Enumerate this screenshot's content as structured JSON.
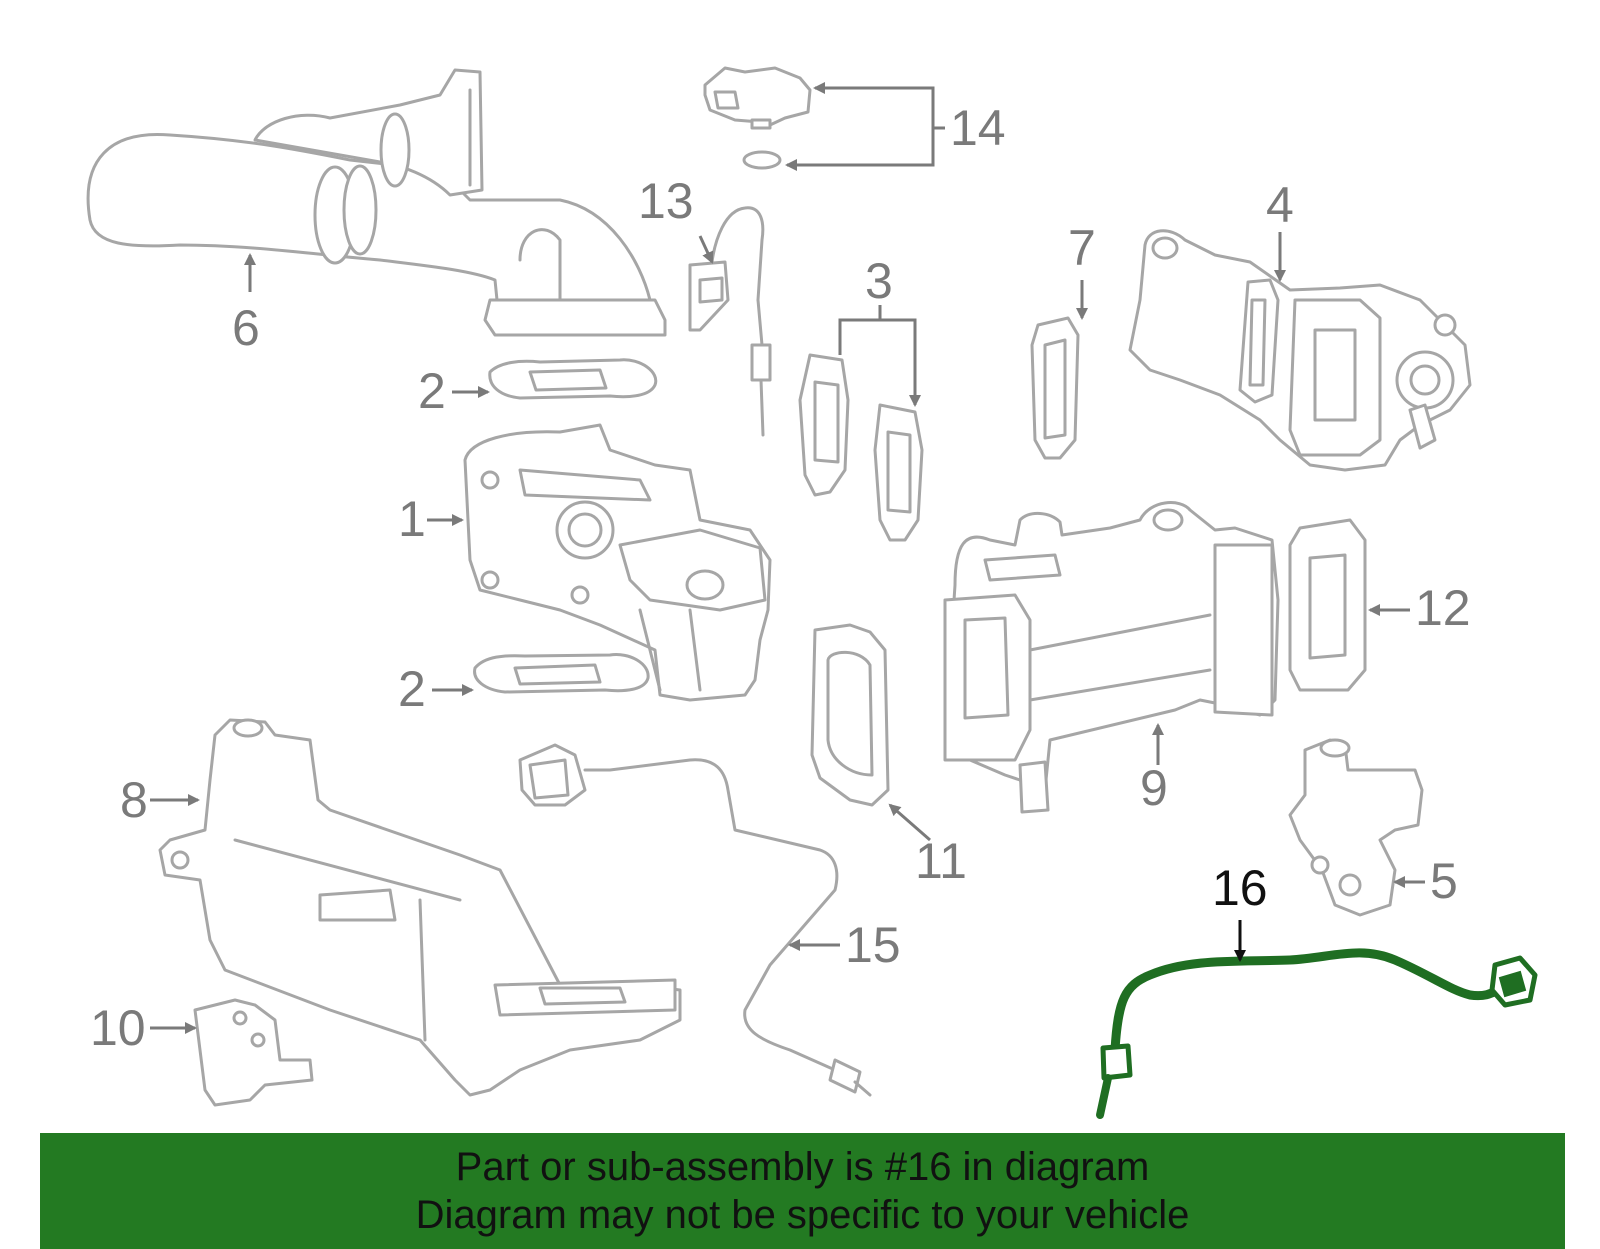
{
  "diagram": {
    "callouts": {
      "c1": "1",
      "c2a": "2",
      "c2b": "2",
      "c3": "3",
      "c4": "4",
      "c5": "5",
      "c6": "6",
      "c7": "7",
      "c8": "8",
      "c9": "9",
      "c10": "10",
      "c11": "11",
      "c12": "12",
      "c13": "13",
      "c14": "14",
      "c15": "15",
      "c16": "16"
    },
    "highlighted_part": "16",
    "colors": {
      "highlight": "#1f6e22",
      "banner": "#237a22",
      "parts": "#a6a6a6",
      "callout_text": "#7a7a7a"
    }
  },
  "footer": {
    "line1": "Part or sub-assembly is #16 in diagram",
    "line2": "Diagram may not be specific to your vehicle"
  }
}
